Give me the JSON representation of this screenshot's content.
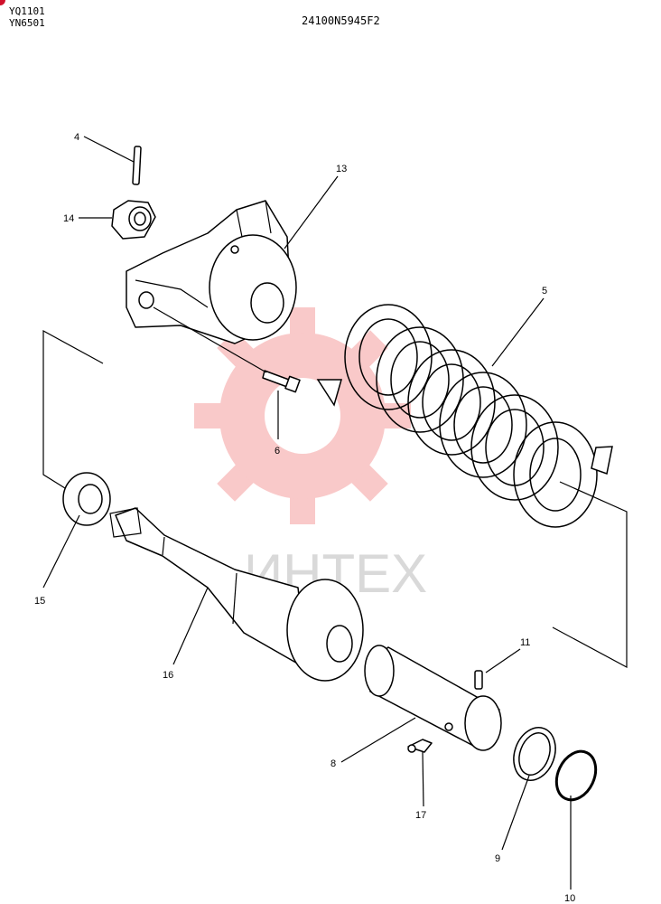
{
  "header": {
    "model_line_1": "YQ1101",
    "model_line_2": "YN6501",
    "drawing_number": "24100N5945F2"
  },
  "watermark": {
    "text": "ИНТЕХ",
    "color": "#f5a5a5"
  },
  "callouts": [
    {
      "id": "4",
      "label": "4"
    },
    {
      "id": "14",
      "label": "14"
    },
    {
      "id": "13",
      "label": "13"
    },
    {
      "id": "5",
      "label": "5"
    },
    {
      "id": "6",
      "label": "6"
    },
    {
      "id": "15",
      "label": "15"
    },
    {
      "id": "16",
      "label": "16"
    },
    {
      "id": "11",
      "label": "11"
    },
    {
      "id": "8",
      "label": "8"
    },
    {
      "id": "17",
      "label": "17"
    },
    {
      "id": "9",
      "label": "9"
    },
    {
      "id": "10",
      "label": "10"
    }
  ]
}
